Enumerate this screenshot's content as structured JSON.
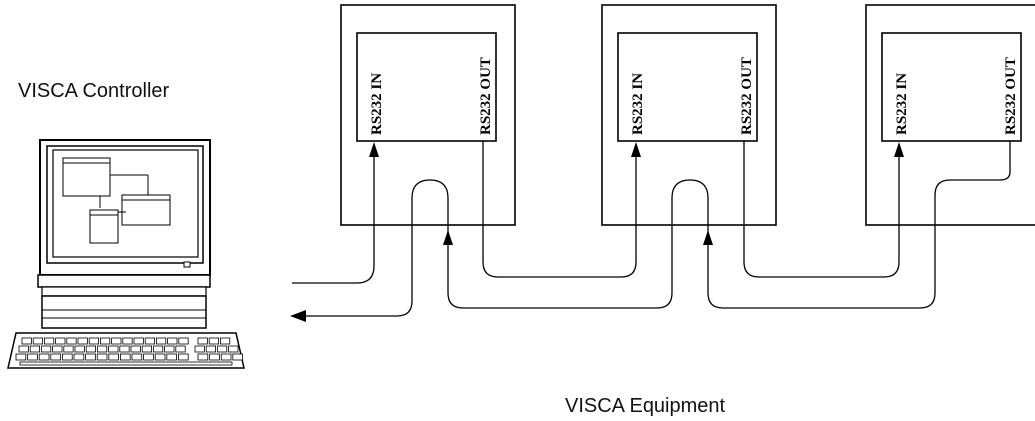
{
  "labels": {
    "controller": "VISCA Controller",
    "equipment": "VISCA Equipment"
  },
  "devices": [
    {
      "port_in": "RS232 IN",
      "port_out": "RS232 OUT"
    },
    {
      "port_in": "RS232 IN",
      "port_out": "RS232 OUT"
    },
    {
      "port_in": "RS232 IN",
      "port_out": "RS232 OUT"
    }
  ],
  "icons": {
    "computer": "computer-icon",
    "keyboard": "keyboard-icon"
  },
  "colors": {
    "line": "#000000",
    "background": "#ffffff"
  }
}
